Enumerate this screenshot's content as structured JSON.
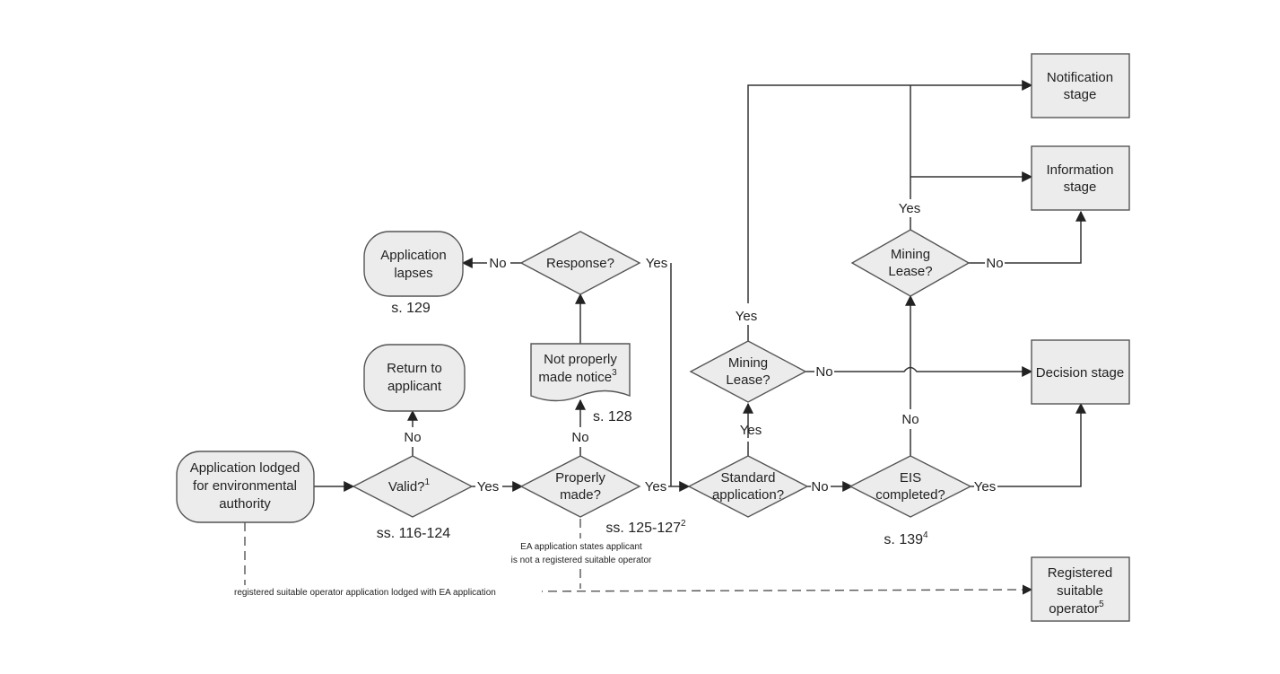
{
  "nodes": {
    "lodged": {
      "line1": "Application lodged",
      "line2": "for environmental",
      "line3": "authority"
    },
    "valid": {
      "text": "Valid?",
      "sup": "1"
    },
    "return": {
      "line1": "Return to",
      "line2": "applicant"
    },
    "properly_made": {
      "line1": "Properly",
      "line2": "made?"
    },
    "not_properly": {
      "line1": "Not properly",
      "line2": "made notice",
      "sup": "3"
    },
    "response": {
      "text": "Response?"
    },
    "lapses": {
      "line1": "Application",
      "line2": "lapses"
    },
    "standard": {
      "line1": "Standard",
      "line2": "application?"
    },
    "mining_lease_1": {
      "line1": "Mining",
      "line2": "Lease?"
    },
    "eis": {
      "line1": "EIS",
      "line2": "completed?"
    },
    "mining_lease_2": {
      "line1": "Mining",
      "line2": "Lease?"
    },
    "notification": {
      "line1": "Notification",
      "line2": "stage"
    },
    "information": {
      "line1": "Information",
      "line2": "stage"
    },
    "decision": {
      "text": "Decision stage"
    },
    "rso": {
      "line1": "Registered",
      "line2": "suitable",
      "line3": "operator",
      "sup": "5"
    }
  },
  "edge_labels": {
    "yes": "Yes",
    "no": "No"
  },
  "references": {
    "valid": "ss. 116-124",
    "properly_made": "ss. 125-127",
    "properly_made_sup": "2",
    "notice": "s. 128",
    "lapses": "s. 129",
    "eis": "s. 139",
    "eis_sup": "4"
  },
  "annotations": {
    "ea_line1": "EA application states applicant",
    "ea_line2": "is not a registered suitable operator",
    "rso_lodged": "registered suitable operator application lodged with EA application"
  }
}
